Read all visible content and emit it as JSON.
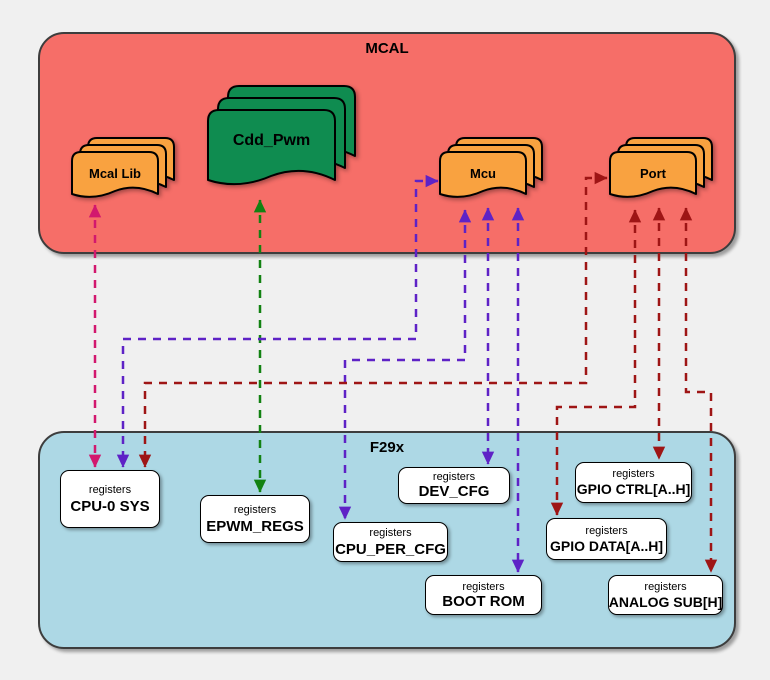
{
  "palette": {
    "background": "#F0F0F0",
    "mcal_fill": "#F66E68",
    "f29x_fill": "#ADD8E5",
    "container_border": "#3D3D3D",
    "module_orange": "#F9A240",
    "module_green": "#0F8C50",
    "register_box_fill": "#FFFFFF",
    "link_pink": "#D2186E",
    "link_green": "#128212",
    "link_purple": "#5E22C6",
    "link_dark_red": "#9E1515"
  },
  "containers": {
    "mcal": {
      "title": "MCAL",
      "fill": "#F66E68"
    },
    "f29x": {
      "title": "F29x",
      "fill": "#ADD8E5"
    }
  },
  "modules": {
    "mcal_lib": {
      "label": "Mcal Lib",
      "fill": "#F9A240"
    },
    "cdd_pwm": {
      "label": "Cdd_Pwm",
      "fill": "#0F8C50"
    },
    "mcu": {
      "label": "Mcu",
      "fill": "#F9A240"
    },
    "port": {
      "label": "Port",
      "fill": "#F9A240"
    }
  },
  "registers": [
    {
      "tag": "registers",
      "name": "CPU-0 SYS"
    },
    {
      "tag": "registers",
      "name": "EPWM_REGS"
    },
    {
      "tag": "registers",
      "name": "CPU_PER_CFG"
    },
    {
      "tag": "registers",
      "name": "DEV_CFG"
    },
    {
      "tag": "registers",
      "name": "GPIO CTRL[A..H]"
    },
    {
      "tag": "registers",
      "name": "GPIO DATA[A..H]"
    },
    {
      "tag": "registers",
      "name": "BOOT ROM"
    },
    {
      "tag": "registers",
      "name": "ANALOG SUB[H]"
    }
  ],
  "connections": [
    {
      "from": "Mcal Lib",
      "to": "CPU-0 SYS",
      "color": "#D2186E",
      "style": "dashed",
      "direction": "bidirectional"
    },
    {
      "from": "Cdd_Pwm",
      "to": "EPWM_REGS",
      "color": "#128212",
      "style": "dashed",
      "direction": "bidirectional"
    },
    {
      "from": "Mcu",
      "to": "CPU-0 SYS",
      "color": "#5E22C6",
      "style": "dashed",
      "direction": "bidirectional"
    },
    {
      "from": "Mcu",
      "to": "CPU_PER_CFG",
      "color": "#5E22C6",
      "style": "dashed",
      "direction": "bidirectional"
    },
    {
      "from": "Mcu",
      "to": "DEV_CFG",
      "color": "#5E22C6",
      "style": "dashed",
      "direction": "bidirectional"
    },
    {
      "from": "Mcu",
      "to": "BOOT ROM",
      "color": "#5E22C6",
      "style": "dashed",
      "direction": "bidirectional"
    },
    {
      "from": "Port",
      "to": "CPU-0 SYS",
      "color": "#9E1515",
      "style": "dashed",
      "direction": "bidirectional"
    },
    {
      "from": "Port",
      "to": "GPIO CTRL[A..H]",
      "color": "#9E1515",
      "style": "dashed",
      "direction": "bidirectional"
    },
    {
      "from": "Port",
      "to": "GPIO DATA[A..H]",
      "color": "#9E1515",
      "style": "dashed",
      "direction": "bidirectional"
    },
    {
      "from": "Port",
      "to": "ANALOG SUB[H]",
      "color": "#9E1515",
      "style": "dashed",
      "direction": "bidirectional"
    }
  ]
}
